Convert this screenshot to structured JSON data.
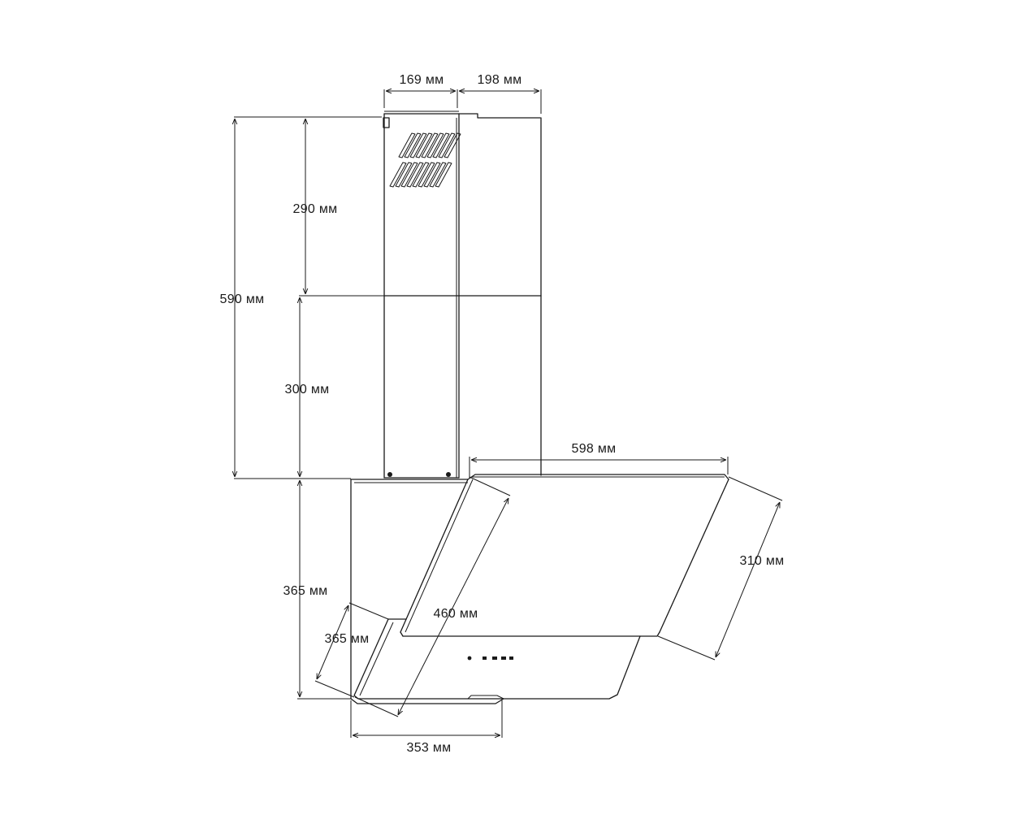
{
  "dimensions": {
    "chimney_width": "169 мм",
    "chimney_depth": "198 мм",
    "upper_chimney_height": "290 мм",
    "total_chimney_height": "590 мм",
    "lower_chimney_height": "300 мм",
    "hood_width": "598 мм",
    "glass_height": "310 мм",
    "glass_diagonal": "460 мм",
    "body_height": "365 мм",
    "side_depth": "365 мм",
    "bottom_depth": "353 мм"
  }
}
